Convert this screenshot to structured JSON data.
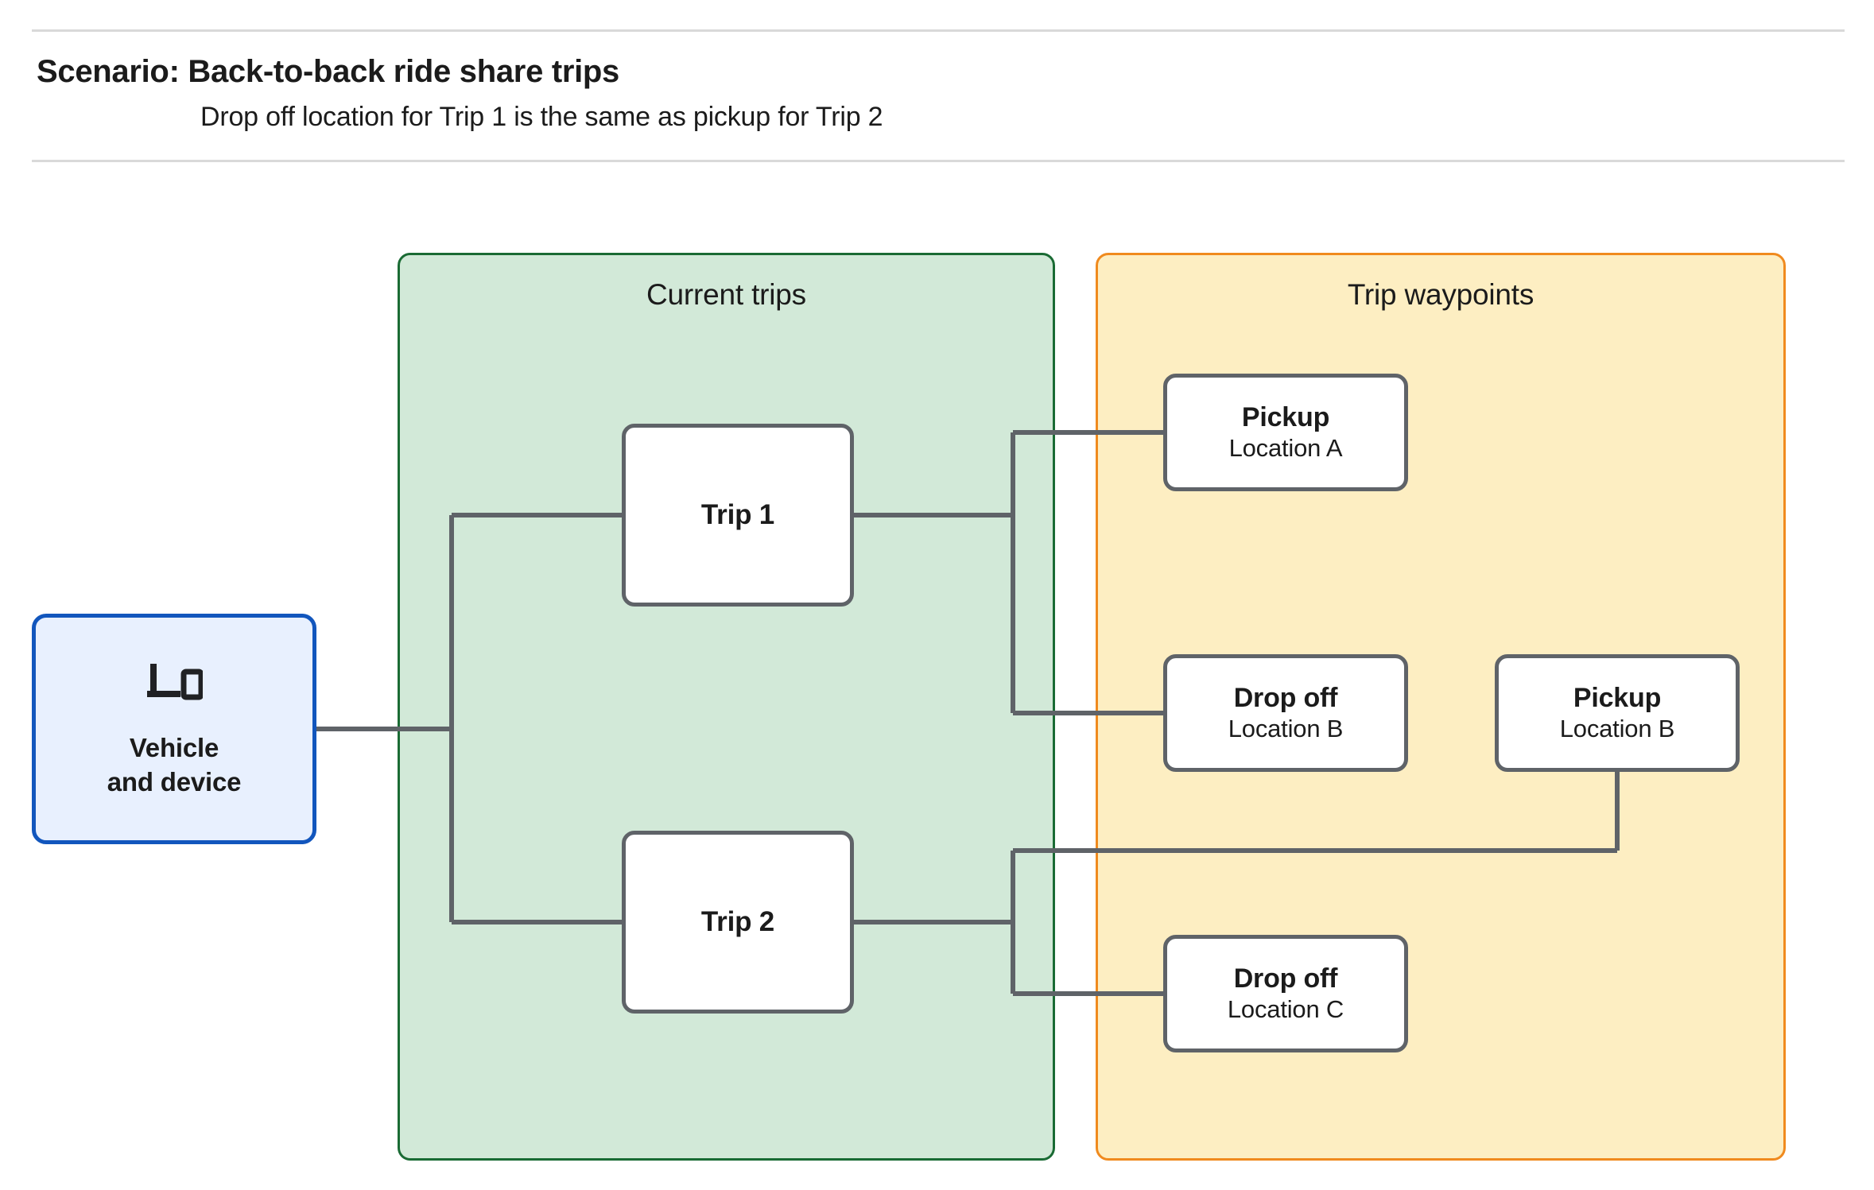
{
  "header": {
    "title": "Scenario: Back-to-back ride share trips",
    "subtitle": "Drop off  location for Trip 1 is the same as pickup for Trip 2"
  },
  "groups": {
    "current_trips": {
      "title": "Current trips",
      "fill": "#d2e9d8",
      "border": "#1a6b34"
    },
    "trip_waypoints": {
      "title": "Trip waypoints",
      "fill": "#fdeec2",
      "border": "#f08a1e"
    }
  },
  "nodes": {
    "vehicle": {
      "label": "Vehicle\nand device",
      "icon": "devices-icon",
      "fill": "#e8f0fe",
      "border": "#1256bd"
    },
    "trip1": {
      "label": "Trip 1"
    },
    "trip2": {
      "label": "Trip 2"
    },
    "pickup_a": {
      "title": "Pickup",
      "location": "Location A"
    },
    "dropoff_b": {
      "title": "Drop off",
      "location": "Location B"
    },
    "pickup_b": {
      "title": "Pickup",
      "location": "Location B"
    },
    "dropoff_c": {
      "title": "Drop off",
      "location": "Location C"
    }
  },
  "connector_color": "#5f6368"
}
